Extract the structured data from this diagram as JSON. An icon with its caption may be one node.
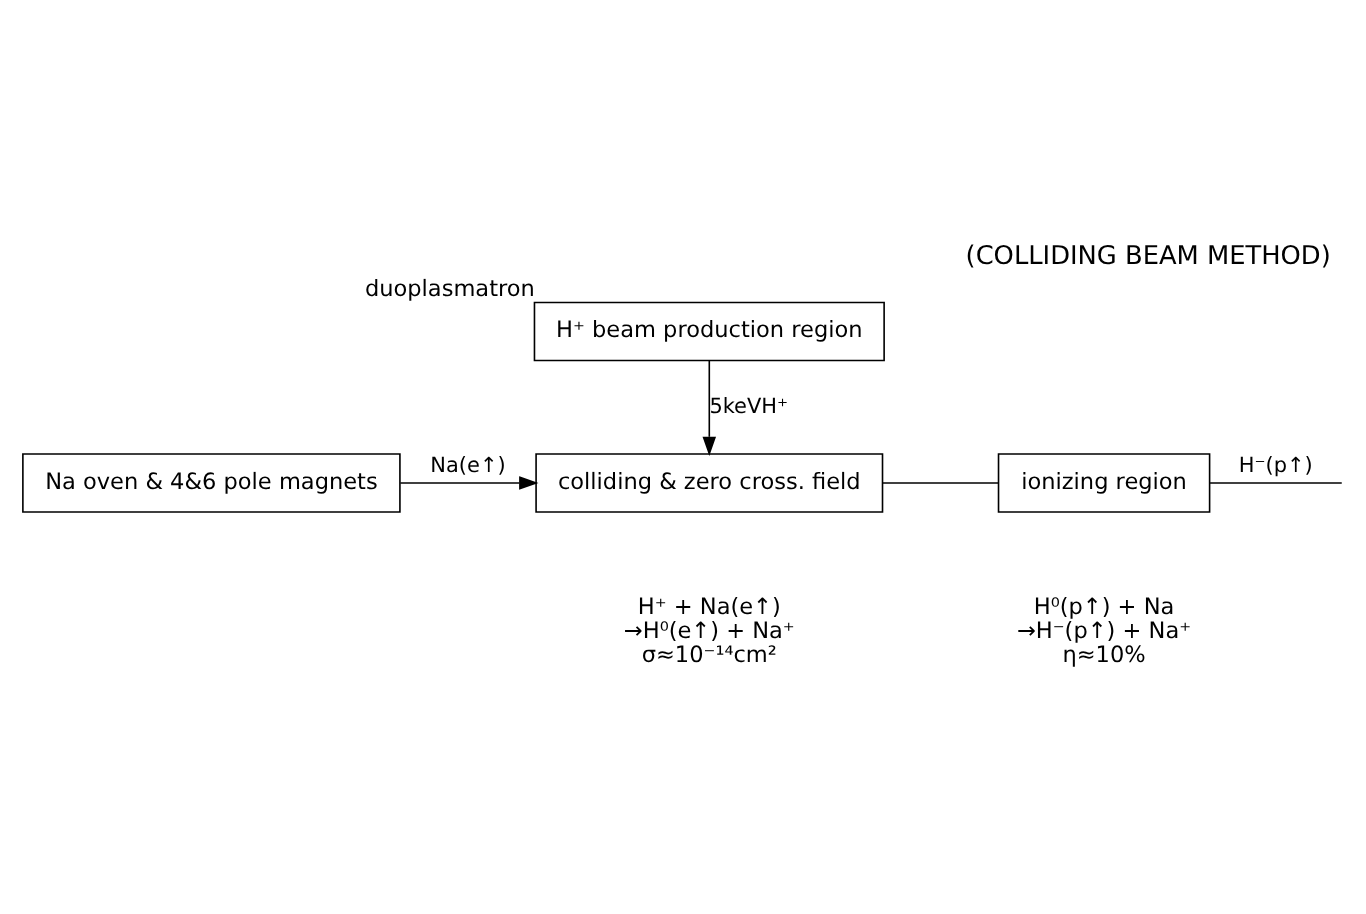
{
  "diagram": {
    "title": "(COLLIDING BEAM METHOD)",
    "nodes": [
      {
        "text": [
          "H⁺ beam production region"
        ],
        "beside": [
          "duoplasmatron"
        ]
      },
      {
        "text": [
          "Na oven & 4&6 pole magnets"
        ]
      },
      {
        "text": [
          "colliding & zero cross. field"
        ],
        "beside": [
          "H⁺ + Na(e↑)",
          "→H⁰(e↑) + Na⁺",
          "σ≈10⁻¹⁴cm²"
        ]
      },
      {
        "text": [
          "ionizing region"
        ],
        "beside": [
          "H⁰(p↑) + Na",
          "→H⁻(p↑) + Na⁺",
          "η≈10%"
        ]
      }
    ],
    "edges": [
      {
        "from": 0,
        "to": 2,
        "arrow": "to",
        "label": "5keVH⁺"
      },
      {
        "from": 1,
        "to": 2,
        "arrow": "to",
        "label": "Na(e↑)"
      },
      {
        "from": 2,
        "to": 3,
        "arrow": "none"
      },
      {
        "from": 3,
        "to": null,
        "arrow": "none",
        "label": "H⁻(p↑)"
      }
    ]
  }
}
